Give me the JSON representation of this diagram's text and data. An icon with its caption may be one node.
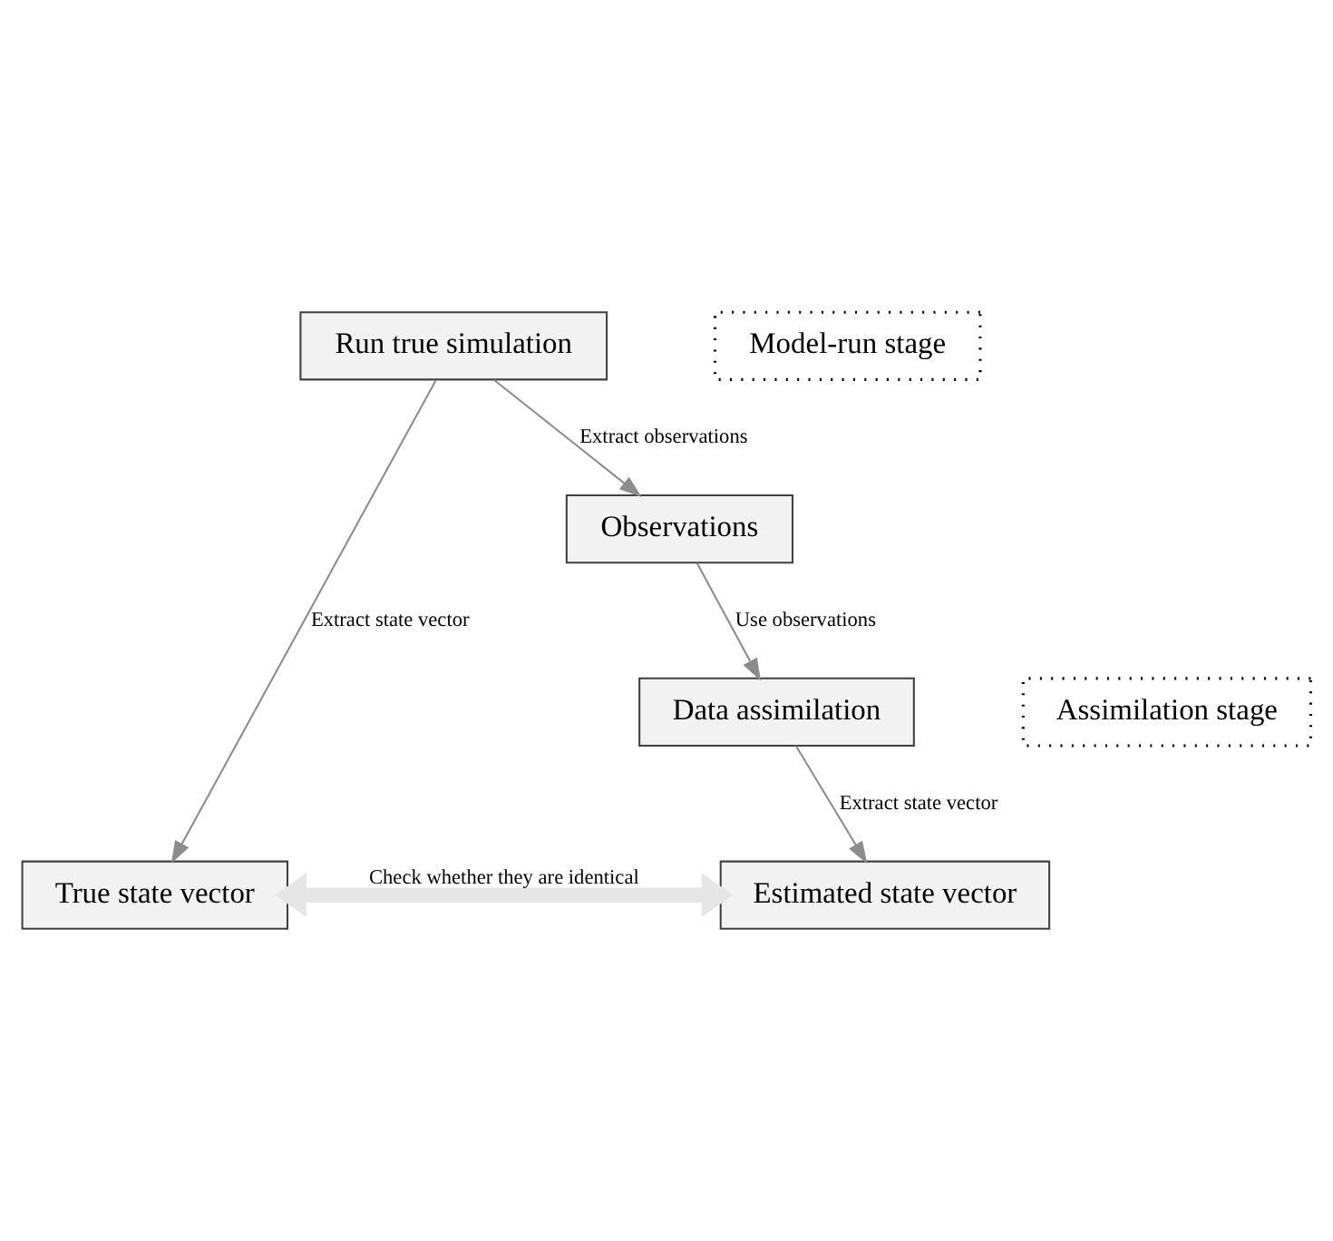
{
  "diagram": {
    "nodes": [
      {
        "text": [
          "Run true simulation"
        ]
      },
      {
        "text": [
          "Model-run stage"
        ]
      },
      {
        "text": [
          "Observations"
        ]
      },
      {
        "text": [
          "Data assimilation"
        ]
      },
      {
        "text": [
          "Assimilation stage"
        ]
      },
      {
        "text": [
          "True state vector"
        ]
      },
      {
        "text": [
          "Estimated state vector"
        ]
      }
    ],
    "edges": [
      {
        "from": 0,
        "to": 5,
        "arrow": "to",
        "label": "Extract state vector"
      },
      {
        "from": 0,
        "to": 2,
        "arrow": "to",
        "label": "Extract observations"
      },
      {
        "from": 2,
        "to": 3,
        "arrow": "to",
        "label": "Use observations"
      },
      {
        "from": 3,
        "to": 6,
        "arrow": "to",
        "label": "Extract state vector"
      },
      {
        "from": 5,
        "to": 6,
        "arrow": "both",
        "label": "Check whether they are identical",
        "style": "thick",
        "color": "#e6e6e6"
      }
    ]
  }
}
